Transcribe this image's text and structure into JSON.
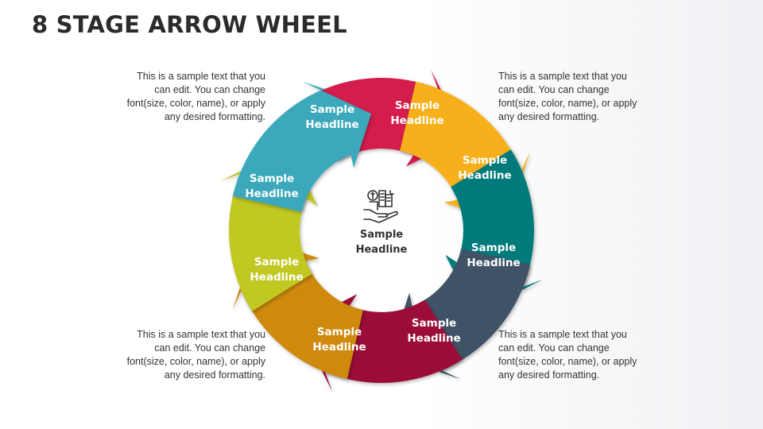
{
  "title": "8 STAGE ARROW WHEEL",
  "notes": {
    "top_left": "This is a sample text that you can edit. You can change font(size, color, name), or apply any desired formatting.",
    "top_right": "This is a sample text that you can edit. You can change font(size, color, name), or apply any desired formatting.",
    "bottom_left": "This is a sample text that you can edit. You can change font(size, color, name), or apply any desired formatting.",
    "bottom_right": "This is a sample text that you can edit. You can change font(size, color, name), or apply any desired formatting."
  },
  "center": {
    "line1": "Sample",
    "line2": "Headline",
    "icon": "hand-holding-buildings-icon"
  },
  "segments": [
    {
      "line1": "Sample",
      "line2": "Headline",
      "color": "#d41b4e"
    },
    {
      "line1": "Sample",
      "line2": "Headline",
      "color": "#f7b01c"
    },
    {
      "line1": "Sample",
      "line2": "Headline",
      "color": "#047a7a"
    },
    {
      "line1": "Sample",
      "line2": "Headline",
      "color": "#3f5366"
    },
    {
      "line1": "Sample",
      "line2": "Headline",
      "color": "#9b1037"
    },
    {
      "line1": "Sample",
      "line2": "Headline",
      "color": "#cf8a09"
    },
    {
      "line1": "Sample",
      "line2": "Headline",
      "color": "#c1c821"
    },
    {
      "line1": "Sample",
      "line2": "Headline",
      "color": "#3aa9bb"
    }
  ]
}
